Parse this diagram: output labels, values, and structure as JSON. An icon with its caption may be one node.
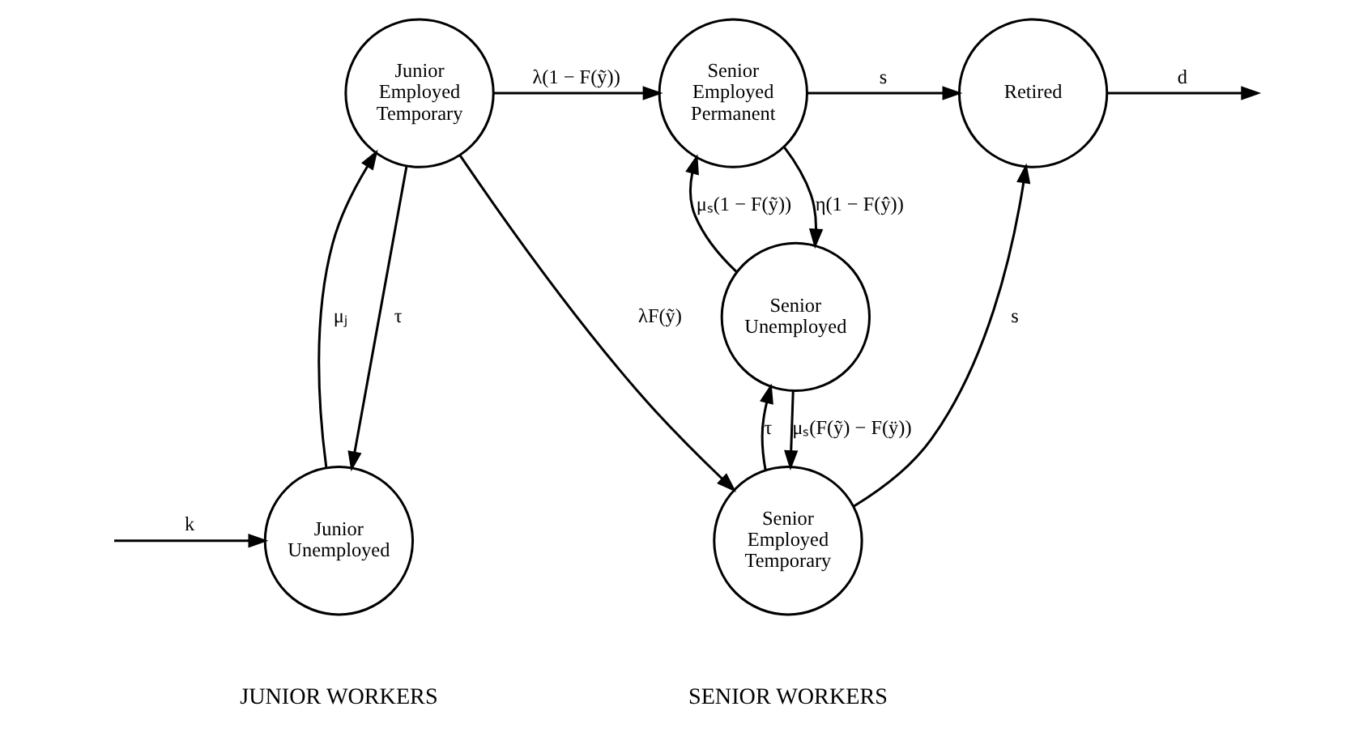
{
  "diagram": {
    "nodes": [
      {
        "text": [
          "Junior Employed Temporary"
        ]
      },
      {
        "text": [
          "Junior Unemployed"
        ]
      },
      {
        "text": [
          "Senior Employed Permanent"
        ]
      },
      {
        "text": [
          "Retired"
        ]
      },
      {
        "text": [
          "Senior Unemployed"
        ]
      },
      {
        "text": [
          "Senior Employed Temporary"
        ]
      }
    ],
    "edges": [
      {
        "from": 0,
        "to": 2,
        "arrow": "to",
        "label": "λ(1 − F(ỹ))"
      },
      {
        "from": 0,
        "to": 5,
        "arrow": "to",
        "label": "λF(ỹ)"
      },
      {
        "from": 0,
        "to": 1,
        "arrow": "to",
        "label": "τ"
      },
      {
        "from": 1,
        "to": 0,
        "arrow": "to",
        "label": "μⱼ"
      },
      {
        "from": null,
        "to": 1,
        "arrow": "to",
        "label": "k"
      },
      {
        "from": 2,
        "to": 3,
        "arrow": "to",
        "label": "s"
      },
      {
        "from": 3,
        "to": null,
        "arrow": "to",
        "label": "d"
      },
      {
        "from": 2,
        "to": 4,
        "arrow": "to",
        "label": "η(1 − F(ŷ))"
      },
      {
        "from": 4,
        "to": 2,
        "arrow": "to",
        "label": "μₛ(1 − F(ỹ))"
      },
      {
        "from": 4,
        "to": 5,
        "arrow": "to",
        "label": "μₛ(F(ỹ) − F(ÿ))"
      },
      {
        "from": 5,
        "to": 4,
        "arrow": "to",
        "label": "τ"
      },
      {
        "from": 5,
        "to": 3,
        "arrow": "to",
        "label": "s"
      }
    ],
    "labels": [
      "JUNIOR WORKERS",
      "SENIOR WORKERS"
    ]
  }
}
